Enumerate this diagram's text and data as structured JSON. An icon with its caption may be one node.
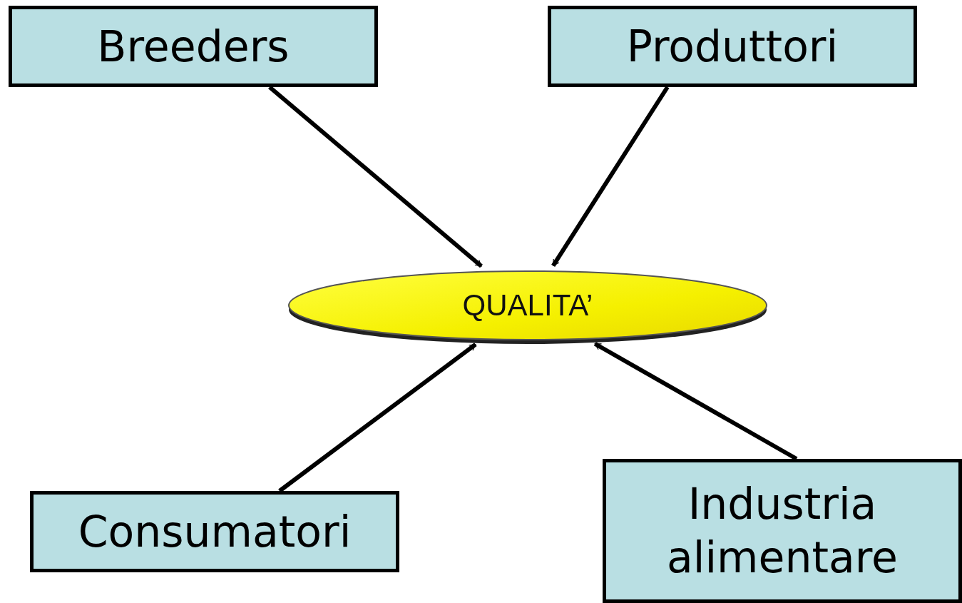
{
  "diagram": {
    "nodes": [
      {
        "text": [
          "Breeders"
        ]
      },
      {
        "text": [
          "Produttori"
        ]
      },
      {
        "text": [
          "QUALITA’"
        ]
      },
      {
        "text": [
          "Consumatori"
        ]
      },
      {
        "text": [
          "Industria alimentare"
        ]
      }
    ],
    "edges": [
      {
        "from": 0,
        "to": 2,
        "arrow": "to"
      },
      {
        "from": 1,
        "to": 2,
        "arrow": "to"
      },
      {
        "from": 3,
        "to": 2,
        "arrow": "to"
      },
      {
        "from": 4,
        "to": 2,
        "arrow": "to"
      }
    ]
  }
}
